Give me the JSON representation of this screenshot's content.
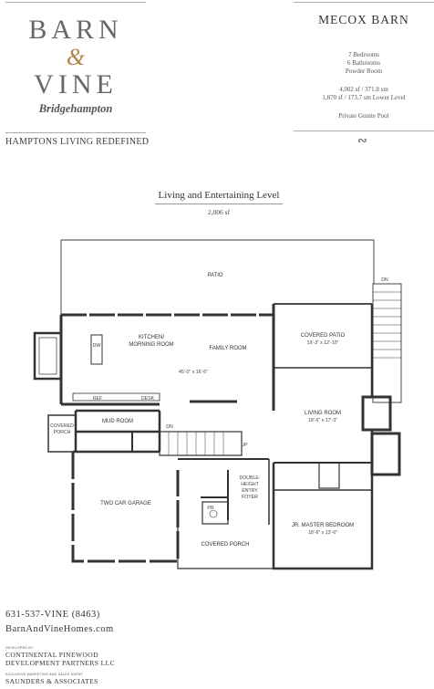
{
  "brand": {
    "line1": "BARN",
    "amp": "&",
    "line2": "VINE",
    "location": "Bridgehampton",
    "tagline": "HAMPTONS LIVING REDEFINED",
    "accent_color": "#b3844a"
  },
  "property": {
    "name": "MECOX BARN",
    "bedrooms": "7 Bedrooms",
    "bathrooms": "6 Bathrooms",
    "powder": "Powder Room",
    "area_main": "4,002 sf / 371.8 sm",
    "area_lower": "1,870 sf / 173.7 sm Lower Level",
    "pool": "Private Gunite Pool",
    "ornament_icon": "scroll-ornament-icon"
  },
  "level": {
    "title": "Living and Entertaining Level",
    "area": "2,006 sf"
  },
  "rooms": {
    "patio": "PATIO",
    "dn_top": "DN",
    "kitchen_1": "KITCHEN/",
    "kitchen_2": "MORNING ROOM",
    "family_room": "FAMILY ROOM",
    "dw": "DW",
    "great_dims": "45'-0\" x 16'-6\"",
    "covered_patio": "COVERED PATIO",
    "covered_patio_dims": "19'-3\" x 12'-10\"",
    "ref": "REF",
    "desk": "DESK",
    "living_room": "LIVING ROOM",
    "living_room_dims": "18'-6\" x 17'-3\"",
    "covered_porch_side_1": "COVERED",
    "covered_porch_side_2": "PORCH",
    "mud_room": "MUD ROOM",
    "dn_stair": "DN",
    "up_stair": "UP",
    "double_1": "DOUBLE-",
    "double_2": "HEIGHT",
    "double_3": "ENTRY",
    "double_4": "FOYER",
    "garage": "TWO CAR GARAGE",
    "pr": "PR",
    "master": "JR. MASTER BEDROOM",
    "master_dims": "18'-6\" x 13'-6\"",
    "covered_porch_front": "COVERED PORCH"
  },
  "contact": {
    "phone": "631-537-VINE (8463)",
    "website": "BarnAndVineHomes.com"
  },
  "credits": {
    "developed_by": "DEVELOPED BY",
    "developer_1": "CONTINENTAL PINEWOOD",
    "developer_2": "DEVELOPMENT PARTNERS LLC",
    "agent_label": "EXCLUSIVE MARKETING AND SALES AGENT",
    "agent": "SAUNDERS & ASSOCIATES"
  }
}
